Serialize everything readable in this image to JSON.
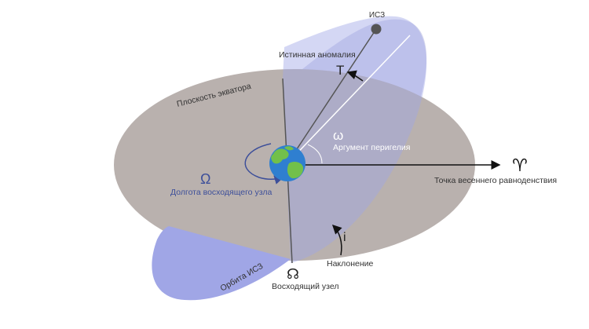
{
  "labels": {
    "satellite": "ИСЗ",
    "true_anomaly": "Истинная аномалия",
    "true_anomaly_symbol": "T",
    "equator_plane": "Плоскость экватора",
    "omega_small_symbol": "ω",
    "perigee_argument": "Аргумент перигелия",
    "vernal_symbol": "♈",
    "vernal_equinox": "Точка весеннего равноденствия",
    "omega_big_symbol": "Ω",
    "ascending_longitude": "Долгота восходящего узла",
    "inclination_symbol": "i",
    "inclination": "Наклонение",
    "orbit": "Орбита ИСЗ",
    "node_symbol": "☊",
    "ascending_node": "Восходящий узел"
  },
  "colors": {
    "equator_plane": "#b9b1ae",
    "orbit_plane": "#a0a6e6",
    "orbit_plane_back": "#d5d7ee",
    "omega_blue": "#3d4f9a",
    "satellite": "#555555",
    "text": "#333333"
  }
}
